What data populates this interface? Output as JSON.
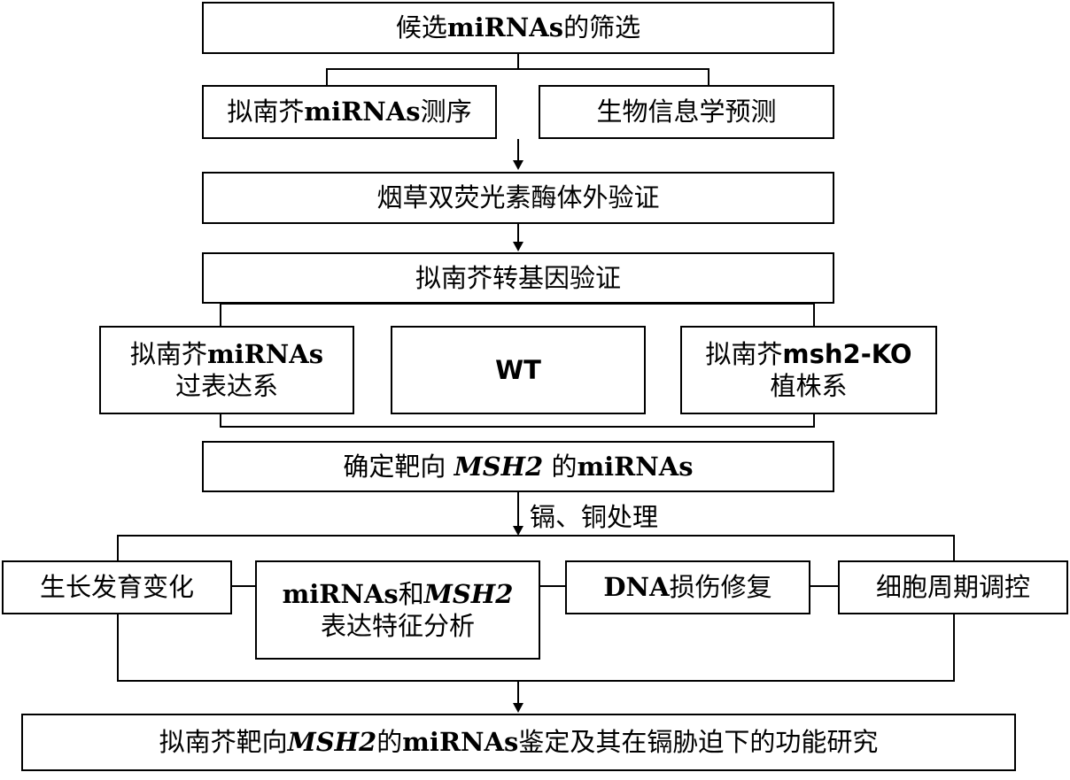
{
  "nodes": {
    "screen": {
      "text": "候选miRNAs的筛选",
      "a": "候选",
      "b": "miRNAs",
      "c": "的筛选"
    },
    "seq": {
      "a": "拟南芥",
      "b": "miRNAs",
      "c": "测序"
    },
    "bioinfo": {
      "text": "生物信息学预测"
    },
    "tobacco": {
      "text": "烟草双荧光素酶体外验证"
    },
    "transgenic": {
      "text": "拟南芥转基因验证"
    },
    "overexp": {
      "line1a": "拟南芥",
      "line1b": "miRNAs",
      "line2": "过表达系"
    },
    "wt": {
      "text": "WT"
    },
    "ko": {
      "line1a": "拟南芥",
      "line1b": "msh2-KO",
      "line2": "植株系"
    },
    "confirm": {
      "a": "确定靶向 ",
      "b": "MSH2",
      "c": " 的",
      "d": "miRNAs"
    },
    "growth": {
      "text": "生长发育变化"
    },
    "expr": {
      "line1a": "miRNAs",
      "line1b": "和",
      "line1c": "MSH2",
      "line2": "表达特征分析"
    },
    "dna": {
      "a": "DNA",
      "b": "损伤修复"
    },
    "cell": {
      "text": "细胞周期调控"
    },
    "final": {
      "a": "拟南芥靶向",
      "b": "MSH2",
      "c": "的",
      "d": "miRNAs",
      "e": "鉴定及其在镉胁迫下的功能研究"
    }
  },
  "edge_labels": {
    "treatment": "镉、铜处理"
  }
}
